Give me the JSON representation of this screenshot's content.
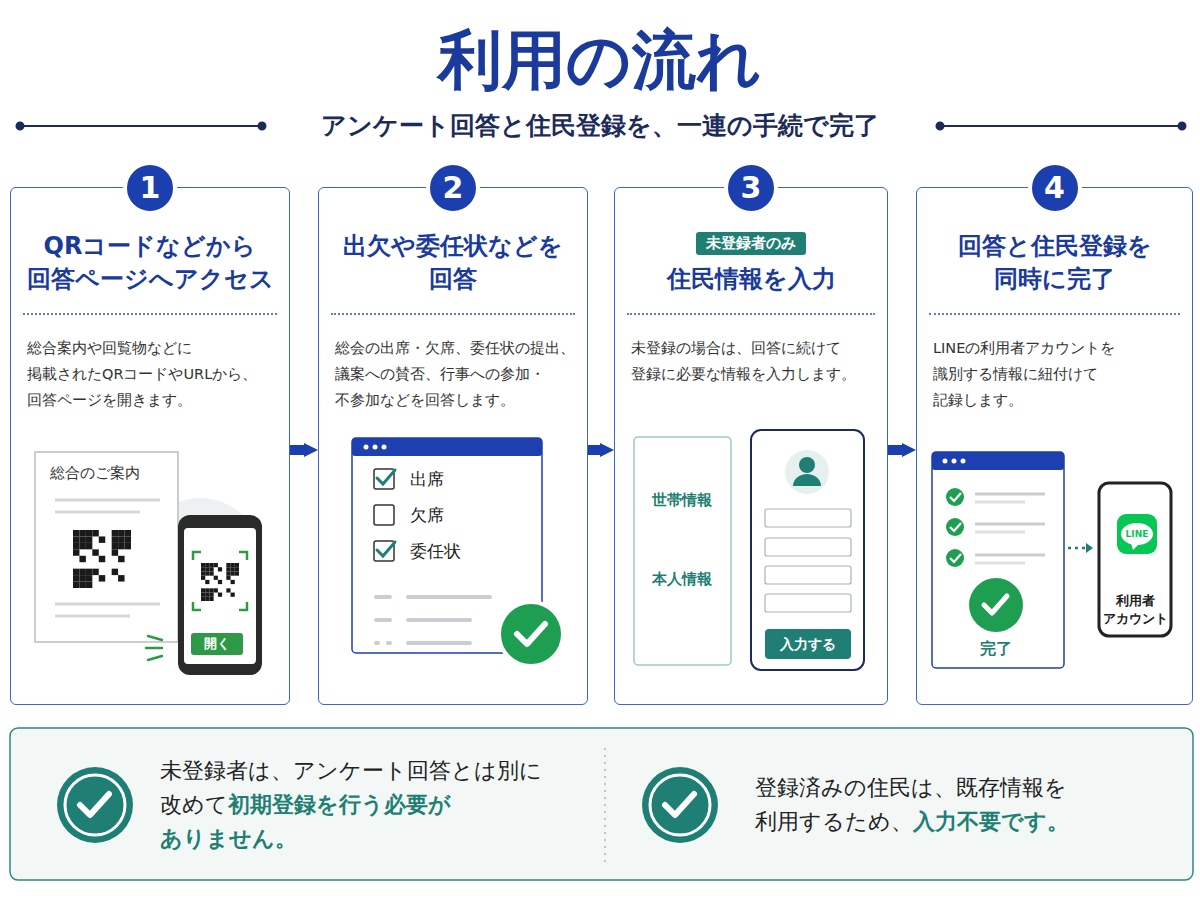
{
  "diagram": {
    "title": "利用の流れ",
    "nodes": [
      {
        "text": [
          "1",
          "QRコードなどから 回答ページへアクセス",
          "総合案内や回覧物などに 掲載されたQRコードやURLから、 回答ページを開きます。"
        ]
      },
      {
        "text": [
          "2",
          "出欠や委任状などを 回答",
          "総会の出席・欠席、委任状の提出、 議案への賛否、行事への参加・ 不参加などを回答します。"
        ]
      },
      {
        "text": [
          "3",
          "未登録者のみ",
          "住民情報を入力",
          "未登録の場合は、回答に続けて 登録に必要な情報を入力します。"
        ]
      },
      {
        "text": [
          "4",
          "回答と住民登録を 同時に完了",
          "LINEの利用者アカウントを 識別する情報に紐付けて 記録します。"
        ]
      },
      {
        "text": [
          "未登録者は、アンケート回答とは別に 改めて",
          "初期登録を行う必要が ありません。"
        ]
      },
      {
        "text": [
          "登録済みの住民は、既存情報を 利用するため、",
          "入力不要です。"
        ]
      }
    ],
    "edges": [
      {
        "from": 0,
        "to": 1,
        "arrow": "to"
      },
      {
        "from": 1,
        "to": 2,
        "arrow": "to"
      },
      {
        "from": 2,
        "to": 3,
        "arrow": "to"
      }
    ],
    "labels": [
      "アンケート回答と住民登録を、一連の手続で完了",
      "総合のご案内",
      "開く",
      "出席",
      "欠席",
      "委任状",
      "世帯情報",
      "本人情報",
      "入力する",
      "完了",
      "LINE",
      "利用者 アカウント"
    ]
  }
}
